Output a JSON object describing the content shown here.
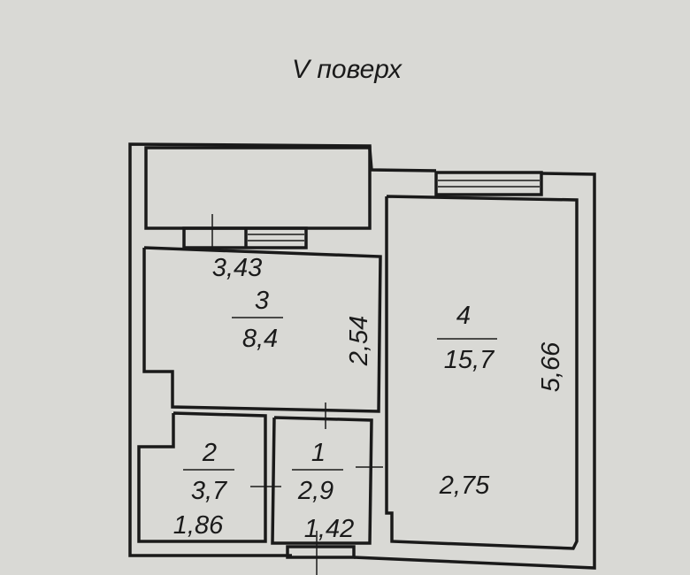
{
  "title": "V поверх",
  "rooms": [
    {
      "number": "1",
      "area": "2,9",
      "width": "1,42"
    },
    {
      "number": "2",
      "area": "3,7",
      "width": "1,86"
    },
    {
      "number": "3",
      "area": "8,4",
      "width": "3,43",
      "length": "2,54"
    },
    {
      "number": "4",
      "area": "15,7",
      "width": "2,75",
      "length": "5,66"
    }
  ]
}
